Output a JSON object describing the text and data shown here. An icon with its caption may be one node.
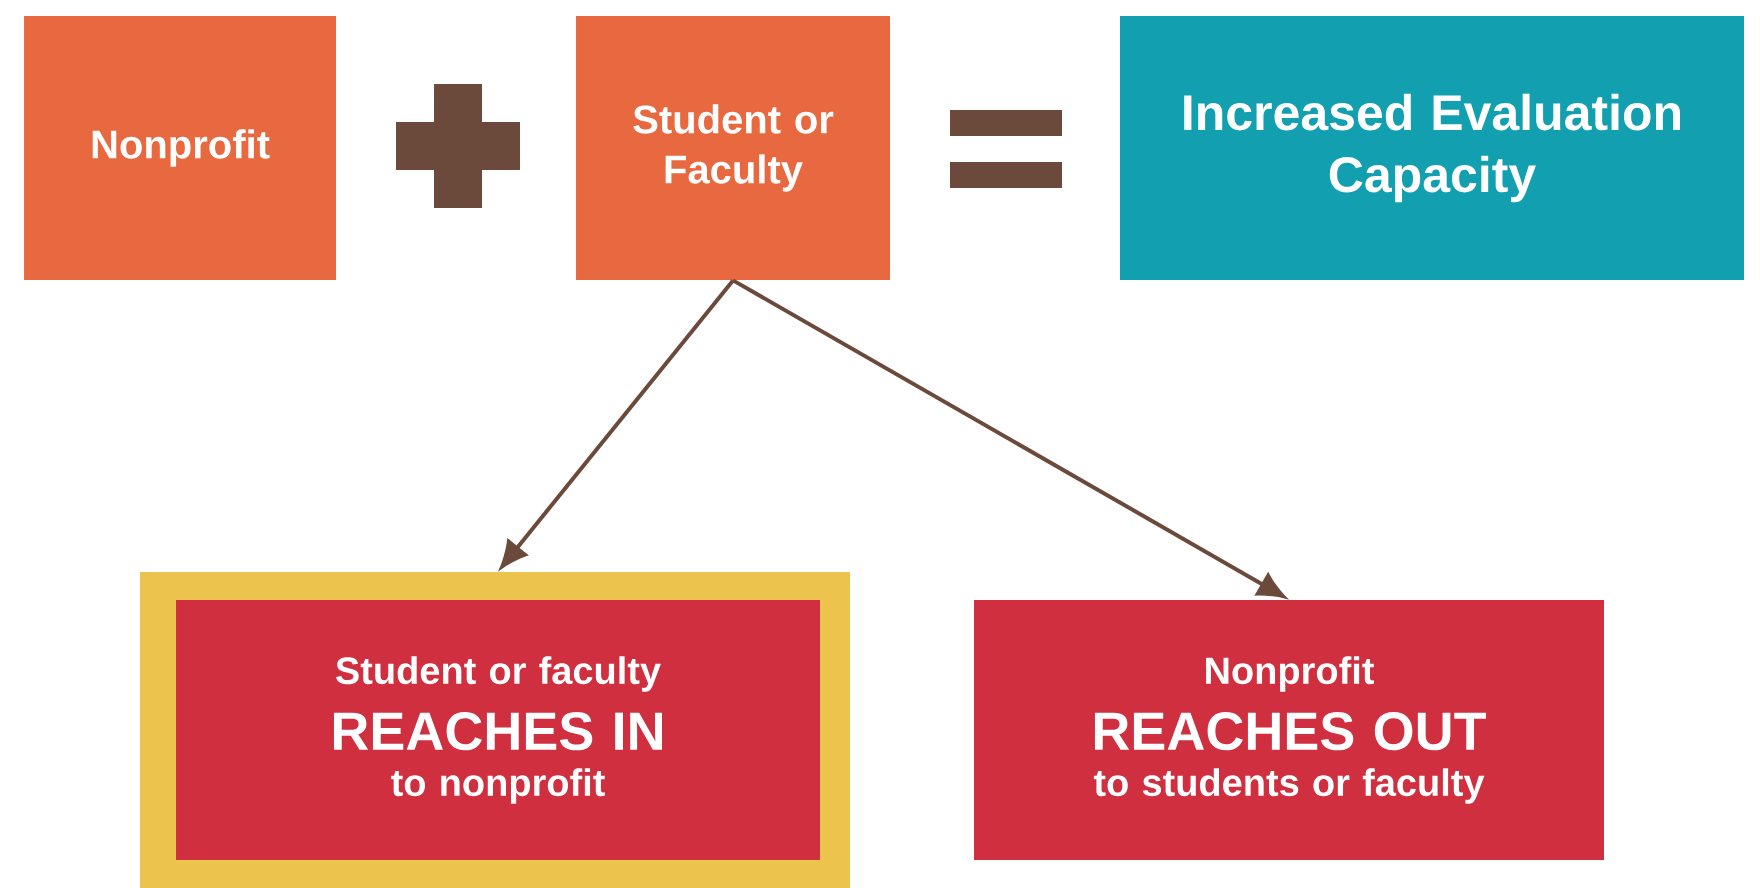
{
  "diagram": {
    "nodes": [
      {
        "text": [
          "Nonprofit"
        ]
      },
      {
        "text": [
          "Student or Faculty"
        ]
      },
      {
        "text": [
          "Increased Evaluation Capacity"
        ]
      },
      {
        "text": [
          "Student or faculty",
          "REACHES IN",
          "to nonprofit"
        ]
      },
      {
        "text": [
          "Nonprofit",
          "REACHES OUT",
          "to students or faculty"
        ]
      }
    ],
    "edges": [
      {
        "from": 1,
        "to": 3,
        "arrow": "to"
      },
      {
        "from": 1,
        "to": 4,
        "arrow": "to"
      }
    ]
  }
}
